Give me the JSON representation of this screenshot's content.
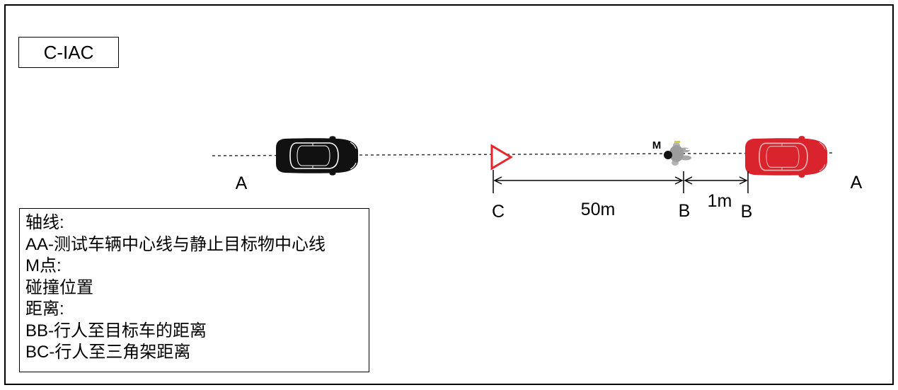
{
  "scenario_label": "C-IAC",
  "diagram": {
    "axis_labels": {
      "left": "A",
      "right": "A"
    },
    "point_labels": {
      "c": "C",
      "b_pedestrian": "B",
      "b_target": "B",
      "m": "M"
    },
    "distances": {
      "bc": "50m",
      "bb": "1m"
    },
    "icons": {
      "test_vehicle": "car-top-view-icon",
      "target_vehicle": "car-top-view-icon",
      "tripod": "warning-triangle-icon",
      "pedestrian": "pedestrian-icon"
    },
    "colors": {
      "test_vehicle": "#111111",
      "target_vehicle": "#d9232d",
      "tripod": "#e8262a",
      "axis_line": "#333333"
    }
  },
  "legend": {
    "lines": [
      "轴线:",
      "AA-测试车辆中心线与静止目标物中心线",
      "M点:",
      "碰撞位置",
      "距离:",
      "BB-行人至目标车的距离",
      "BC-行人至三角架距离"
    ]
  }
}
